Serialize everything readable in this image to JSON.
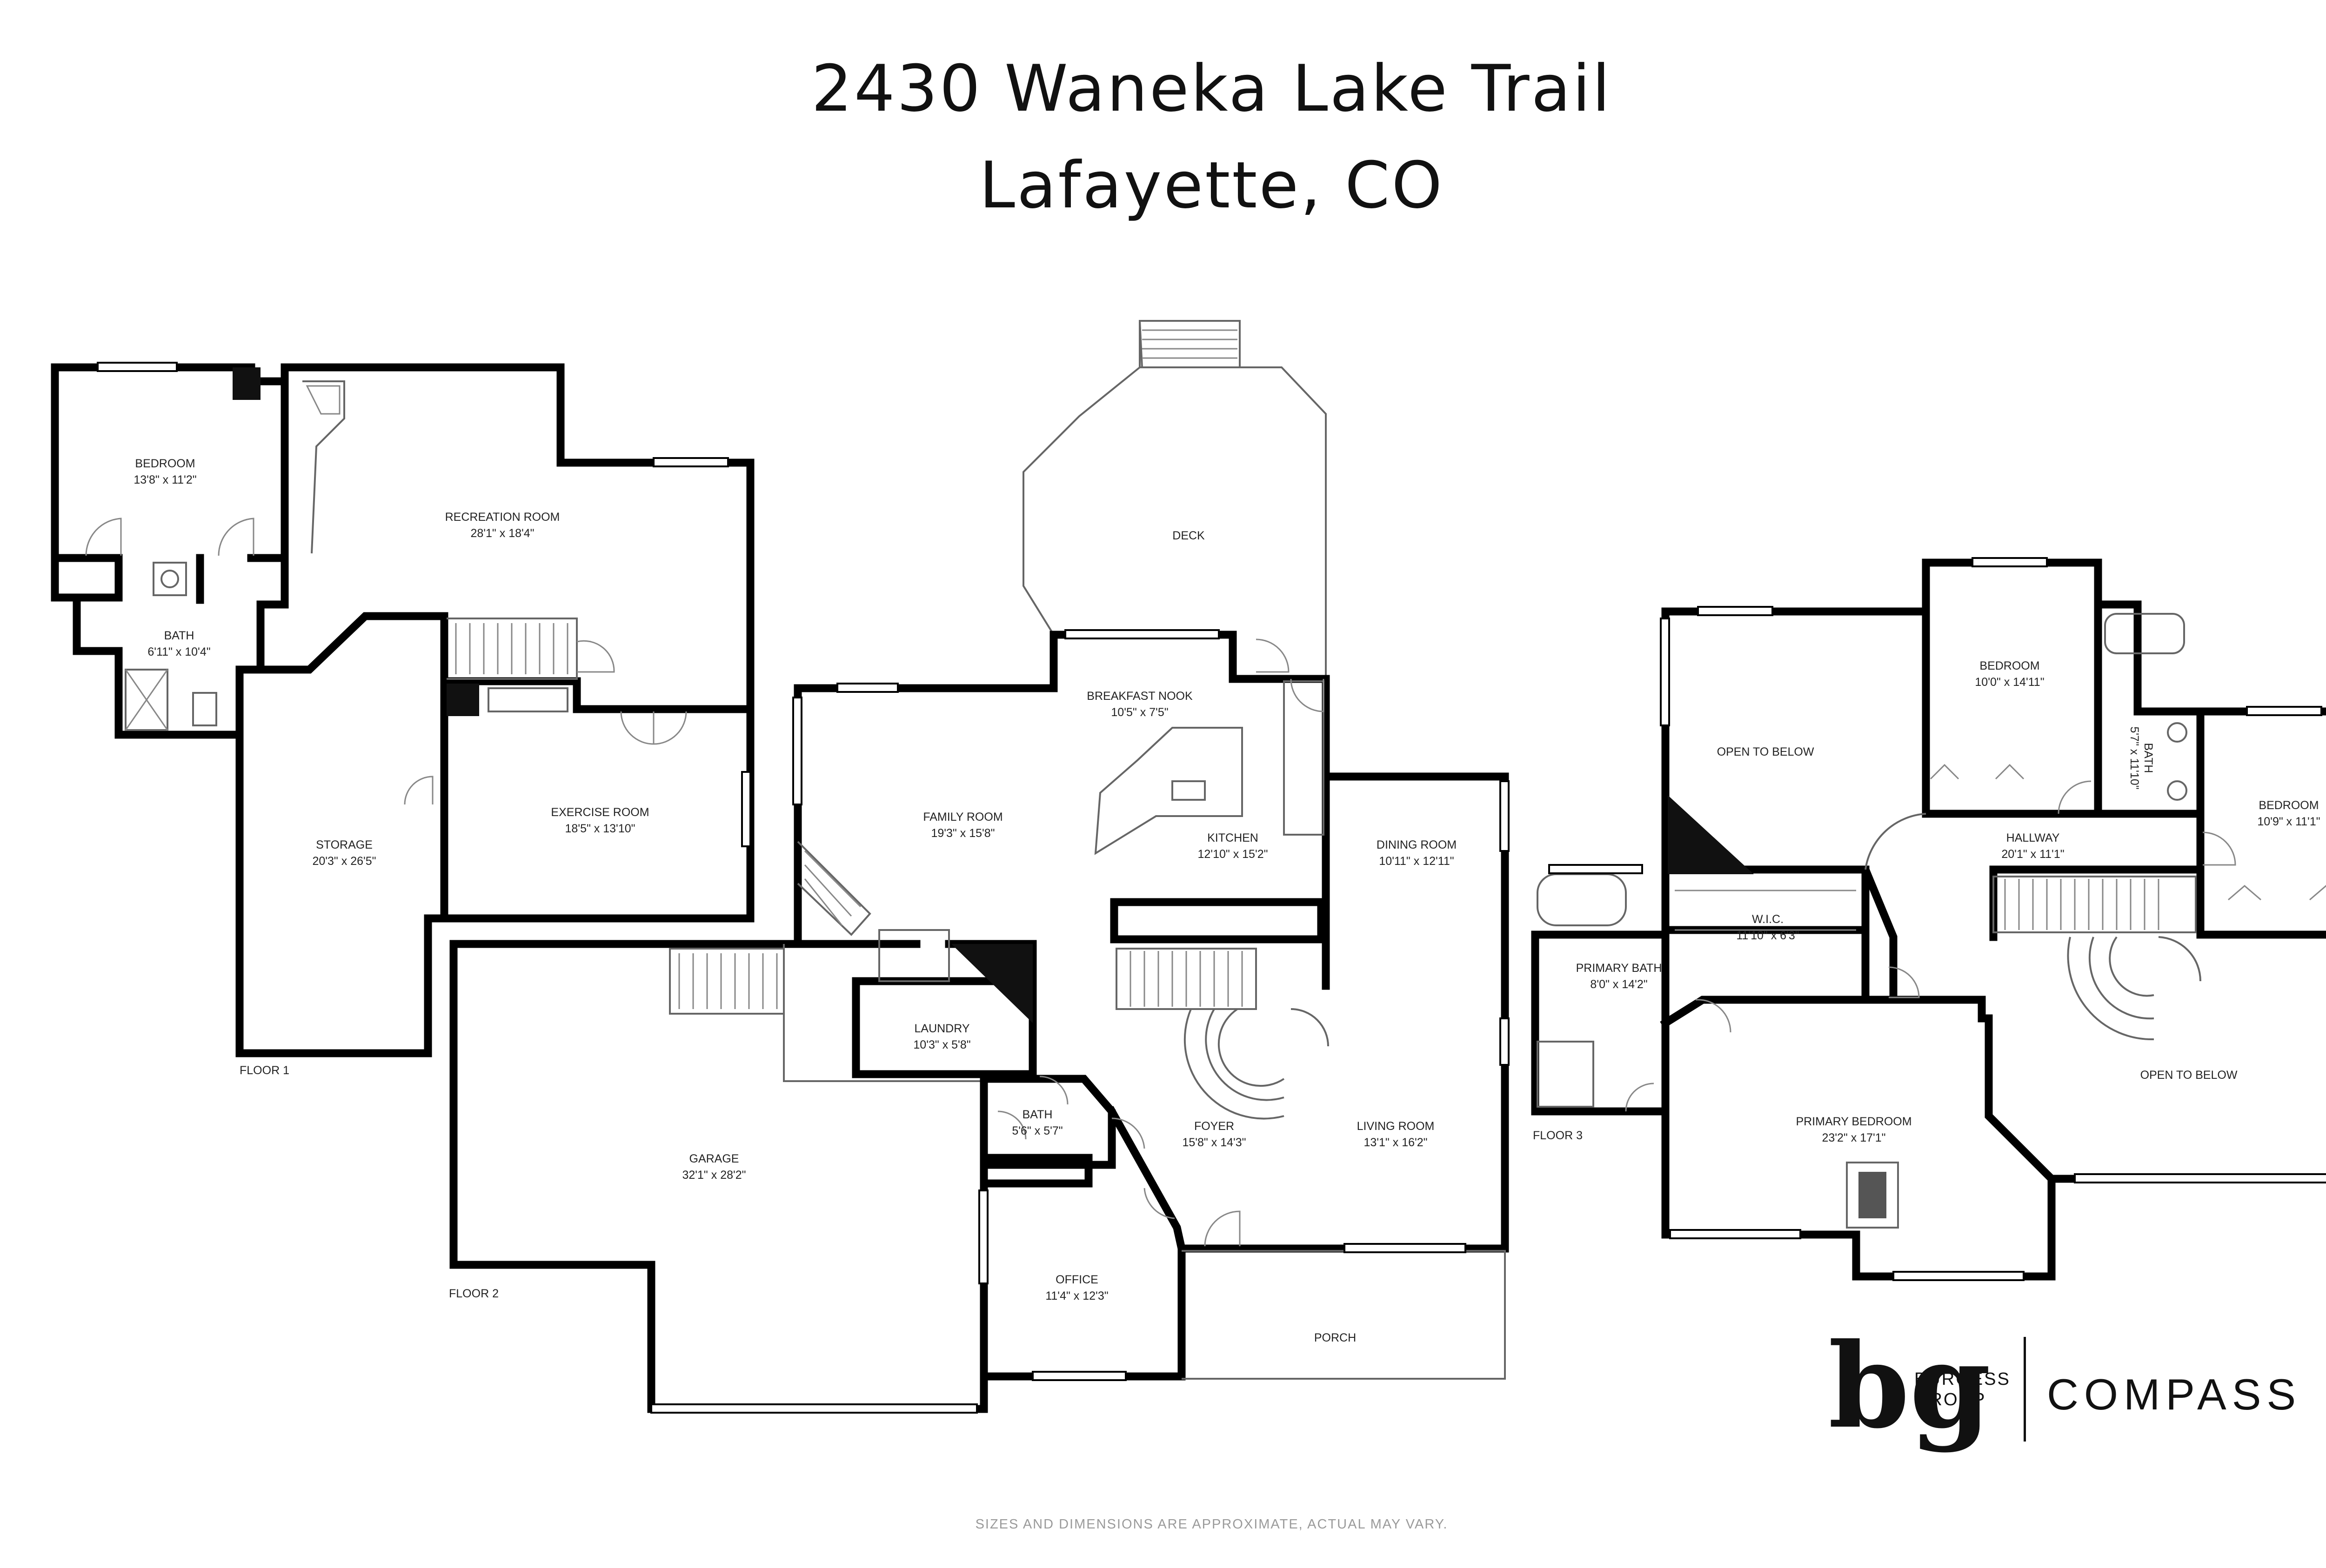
{
  "header": {
    "address_line": "2430 Waneka Lake Trail",
    "city_line": "Lafayette, CO"
  },
  "floors": {
    "floor1": {
      "label": "FLOOR 1",
      "rooms": [
        {
          "name": "BEDROOM",
          "size": "13'8\" x 11'2\""
        },
        {
          "name": "RECREATION ROOM",
          "size": "28'1\" x 18'4\""
        },
        {
          "name": "BATH",
          "size": "6'11\" x 10'4\""
        },
        {
          "name": "STORAGE",
          "size": "20'3\" x 26'5\""
        },
        {
          "name": "EXERCISE ROOM",
          "size": "18'5\" x 13'10\""
        }
      ]
    },
    "floor2": {
      "label": "FLOOR 2",
      "rooms": [
        {
          "name": "DECK",
          "size": ""
        },
        {
          "name": "BREAKFAST NOOK",
          "size": "10'5\" x 7'5\""
        },
        {
          "name": "FAMILY ROOM",
          "size": "19'3\" x 15'8\""
        },
        {
          "name": "KITCHEN",
          "size": "12'10\" x 15'2\""
        },
        {
          "name": "DINING ROOM",
          "size": "10'11\" x 12'11\""
        },
        {
          "name": "LAUNDRY",
          "size": "10'3\" x 5'8\""
        },
        {
          "name": "BATH",
          "size": "5'6\" x 5'7\""
        },
        {
          "name": "FOYER",
          "size": "15'8\" x 14'3\""
        },
        {
          "name": "LIVING ROOM",
          "size": "13'1\" x 16'2\""
        },
        {
          "name": "GARAGE",
          "size": "32'1\" x 28'2\""
        },
        {
          "name": "OFFICE",
          "size": "11'4\" x 12'3\""
        },
        {
          "name": "PORCH",
          "size": ""
        }
      ]
    },
    "floor3": {
      "label": "FLOOR 3",
      "rooms": [
        {
          "name": "OPEN TO BELOW",
          "size": ""
        },
        {
          "name": "BEDROOM",
          "size": "10'0\" x 14'11\""
        },
        {
          "name": "BATH",
          "size": "5'7\" x 11'10\""
        },
        {
          "name": "BEDROOM",
          "size": "10'9\" x 11'1\""
        },
        {
          "name": "HALLWAY",
          "size": "20'1\" x 11'1\""
        },
        {
          "name": "W.I.C.",
          "size": "11'10\" x 6'3\""
        },
        {
          "name": "PRIMARY BATH",
          "size": "8'0\" x 14'2\""
        },
        {
          "name": "OPEN TO BELOW",
          "size": ""
        },
        {
          "name": "PRIMARY BEDROOM",
          "size": "23'2\" x 17'1\""
        }
      ]
    }
  },
  "brand": {
    "monogram": "bg",
    "group_line1": "BURGESS",
    "group_line2": "GROUP",
    "partner": "COMPASS"
  },
  "footer": {
    "disclaimer": "SIZES AND DIMENSIONS ARE APPROXIMATE, ACTUAL MAY VARY."
  }
}
